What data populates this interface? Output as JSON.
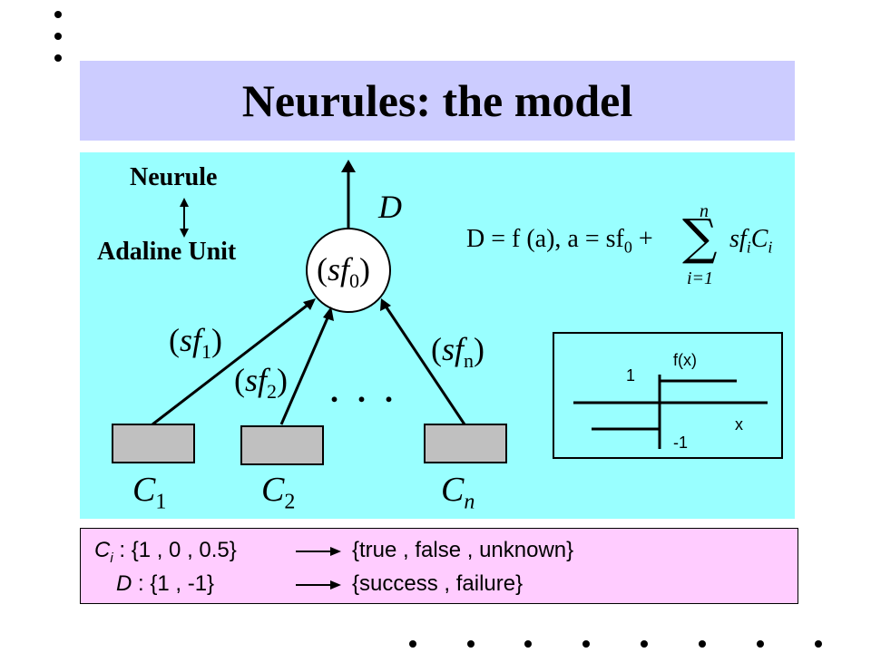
{
  "title": "Neurules: the model",
  "colors": {
    "title_band": "#ccccff",
    "diagram_band": "#99ffff",
    "legend_band": "#ffccff",
    "input_box": "#c0c0c0"
  },
  "labels": {
    "neurule": "Neurule",
    "adaline_unit": "Adaline Unit",
    "output": "D",
    "bias_open": "(",
    "bias_sf": "sf",
    "bias_sub": "0",
    "bias_close": ")",
    "weight_1_sf": "sf",
    "weight_1_sub": "1",
    "weight_2_sf": "sf",
    "weight_2_sub": "2",
    "weight_n_sf": "sf",
    "weight_n_sub": "n",
    "ellipsis": ". . .",
    "input_1_c": "C",
    "input_1_sub": "1",
    "input_2_c": "C",
    "input_2_sub": "2",
    "input_n_c": "C",
    "input_n_sub": "n"
  },
  "formula": {
    "lhs": "D = f (a),  a = sf",
    "lhs_sub": "0",
    "plus": "+",
    "sum_top": "n",
    "sum_bottom": "i=1",
    "term_sf": "sf",
    "term_i1": "i",
    "term_c": "C",
    "term_i2": "i"
  },
  "graph": {
    "fx_label": "f(x)",
    "x_label": "x",
    "one_label": "1",
    "minus_one_label": "-1"
  },
  "legend": {
    "line1_var": "C",
    "line1_sub": "i",
    "line1_values": " : {1 , 0 , 0.5}",
    "line1_meaning": "{true , false , unknown}",
    "line2_var": "D",
    "line2_values": " : {1 , -1}",
    "line2_meaning": "{success , failure}"
  }
}
